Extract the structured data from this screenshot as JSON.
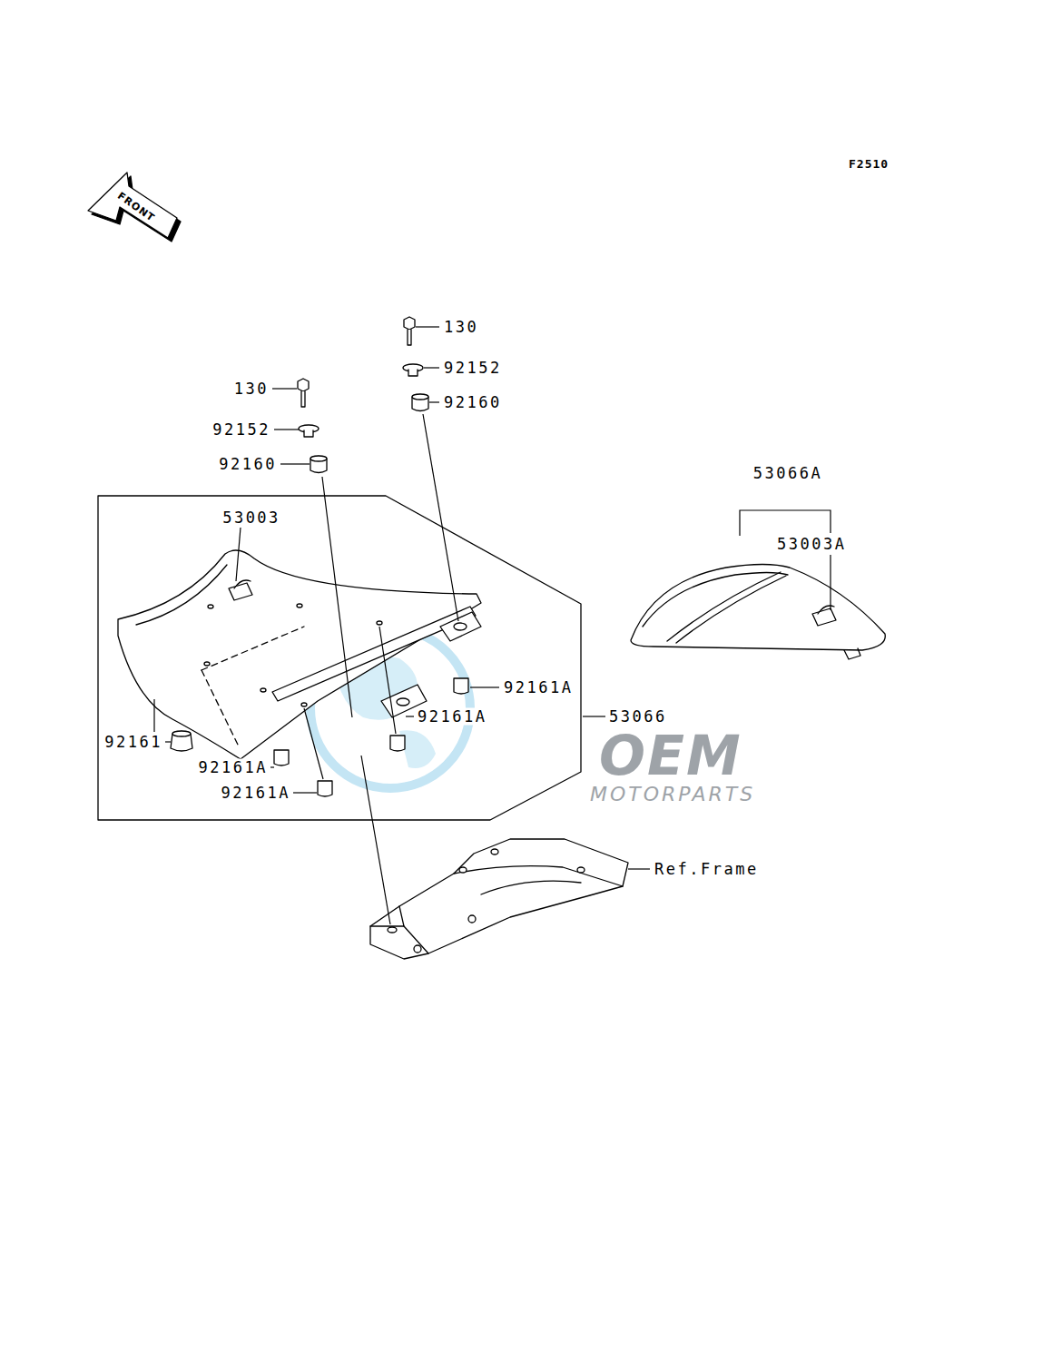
{
  "diagram": {
    "labels": [
      "F2510",
      "FRONT",
      "130",
      "92152",
      "92160",
      "130",
      "92152",
      "92160",
      "53003",
      "92161A",
      "92161A",
      "53066",
      "92161",
      "92161A",
      "92161A",
      "53066A",
      "53003A",
      "Ref.Frame",
      "OEM",
      "MOTORPARTS"
    ]
  }
}
